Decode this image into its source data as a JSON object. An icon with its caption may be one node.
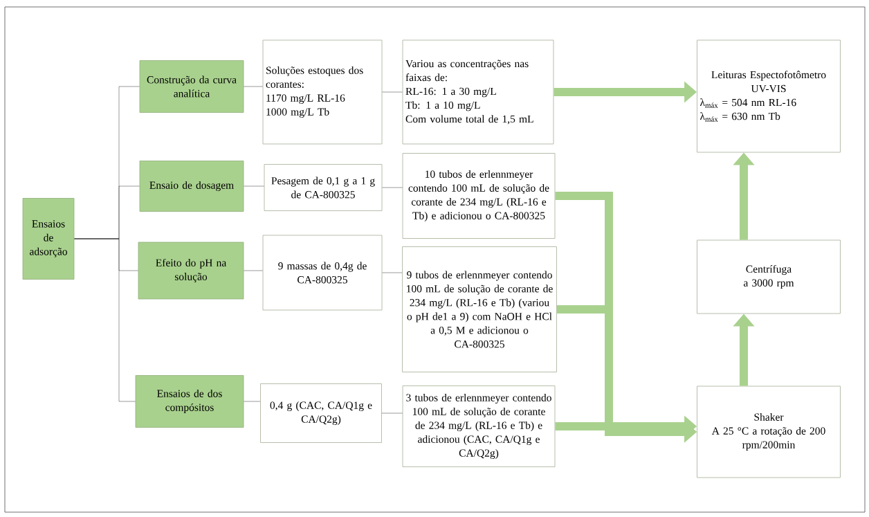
{
  "diagram": {
    "nodes": [
      {
        "text": [
          "Ensaios de adsorção"
        ]
      },
      {
        "text": [
          "Construção da curva analítica"
        ]
      },
      {
        "text": [
          "Soluções estoques dos corantes:",
          "1170 mg/L RL-16",
          "1000 mg/L Tb"
        ]
      },
      {
        "text": [
          "Variou as concentrações nas faixas de:",
          "RL-16: 1 a 30 mg/L",
          "Tb: 1 a 10 mg/L",
          "Com volume total de 1,5 mL"
        ]
      },
      {
        "text": [
          "Leituras Espectofotômetro UV-VIS",
          "λ$_{máx}$ = 504 nm RL-16",
          "λ$_{máx}$ = 630 nm Tb"
        ]
      },
      {
        "text": [
          "Ensaio de dosagem"
        ]
      },
      {
        "text": [
          "Pesagem de 0,1 g a 1 g de CA-800325"
        ]
      },
      {
        "text": [
          "10 tubos de erlennmeyer contendo 100 mL de solução de corante de 234 mg/L (RL-16 e Tb) e adicionou o CA-800325"
        ]
      },
      {
        "text": [
          "Efeito do pH na solução"
        ]
      },
      {
        "text": [
          "9 massas de 0,4g de CA-800325"
        ]
      },
      {
        "text": [
          "9 tubos de erlennmeyer contendo 100 mL de solução de corante de 234 mg/L (RL-16 e Tb) (variou o pH de1 a 9) com NaOH e HCl a 0,5 M e adicionou o CA-800325"
        ]
      },
      {
        "text": [
          "Centrífuga",
          "a 3000 rpm"
        ]
      },
      {
        "text": [
          "Ensaios de dos compósitos"
        ]
      },
      {
        "text": [
          "0,4 g (CAC, CA/Q1g e CA/Q2g)"
        ]
      },
      {
        "text": [
          "3 tubos de erlennmeyer contendo 100 mL de solução de corante de 234 mg/L (RL-16 e Tb) e adicionou (CAC, CA/Q1g e CA/Q2g)"
        ]
      },
      {
        "text": [
          "Shaker",
          "A 25 °C a rotação de 200 rpm/200min"
        ]
      }
    ],
    "edges": [
      {
        "from": 0,
        "to": 1,
        "arrow": "none"
      },
      {
        "from": 0,
        "to": 5,
        "arrow": "none"
      },
      {
        "from": 0,
        "to": 8,
        "arrow": "none"
      },
      {
        "from": 0,
        "to": 12,
        "arrow": "none"
      },
      {
        "from": 1,
        "to": 2,
        "arrow": "none"
      },
      {
        "from": 2,
        "to": 3,
        "arrow": "none"
      },
      {
        "from": 5,
        "to": 6,
        "arrow": "none"
      },
      {
        "from": 6,
        "to": 7,
        "arrow": "none"
      },
      {
        "from": 8,
        "to": 9,
        "arrow": "none"
      },
      {
        "from": 9,
        "to": 10,
        "arrow": "none"
      },
      {
        "from": 12,
        "to": 13,
        "arrow": "none"
      },
      {
        "from": 13,
        "to": 14,
        "arrow": "none"
      },
      {
        "from": 3,
        "to": 4,
        "arrow": "to",
        "style": "thick",
        "color": "#a9d18e"
      },
      {
        "from": 7,
        "to": 15,
        "arrow": "to",
        "style": "thick",
        "color": "#a9d18e"
      },
      {
        "from": 10,
        "to": 15,
        "arrow": "to",
        "style": "thick",
        "color": "#a9d18e"
      },
      {
        "from": 14,
        "to": 15,
        "arrow": "to",
        "style": "thick",
        "color": "#a9d18e"
      },
      {
        "from": 15,
        "to": 11,
        "arrow": "to",
        "style": "thick",
        "color": "#a9d18e"
      },
      {
        "from": 11,
        "to": 4,
        "arrow": "to",
        "style": "thick",
        "color": "#a9d18e"
      }
    ]
  }
}
